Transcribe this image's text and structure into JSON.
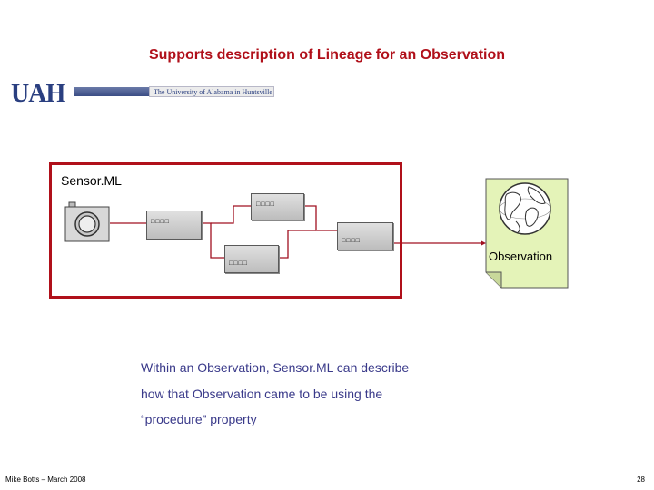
{
  "slide": {
    "title": "Supports description of Lineage for an Observation",
    "logo_text": "UAH",
    "logo_subtitle": "The University of Alabama in Huntsville",
    "sensorml_label": "Sensor.ML",
    "process_labels": [
      "□□□□",
      "□□□□",
      "□□□□",
      "□□□□"
    ],
    "observation_label": "Observation",
    "caption_lines": [
      "Within an Observation, Sensor.ML can describe",
      "how that Observation came to be using the",
      "“procedure” property"
    ],
    "footer_left": "Mike Botts – March 2008",
    "page_number": "28"
  },
  "colors": {
    "title": "#b0101a",
    "box_border": "#b0101a",
    "connector": "#a01020",
    "caption": "#3a3a8a",
    "document_fill": "#e4f3b8"
  },
  "icons": [
    "camera-icon",
    "globe-icon"
  ]
}
